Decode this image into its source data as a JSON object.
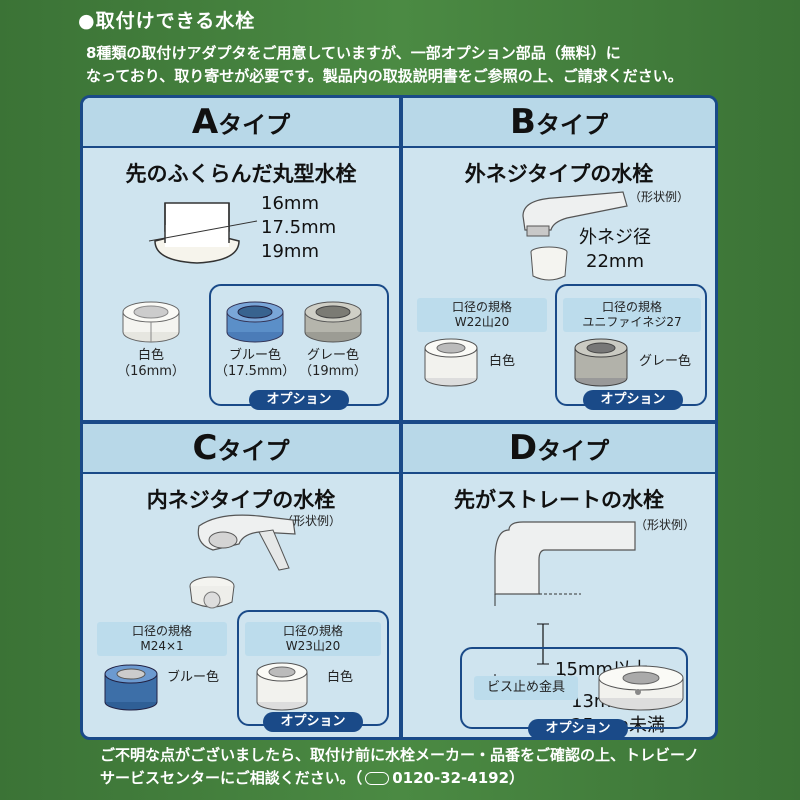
{
  "header": {
    "title": "●取付けできる水栓"
  },
  "intro": {
    "line1": "8種類の取付けアダプタをご用意していますが、一部オプション部品（無料）に",
    "line2": "なっており、取り寄せが必要です。製品内の取扱説明書をご参照の上、ご請求ください。"
  },
  "types": {
    "a": {
      "letter": "A",
      "word": "タイプ",
      "subtitle": "先のふくらんだ丸型水栓",
      "sizes": [
        "16mm",
        "17.5mm",
        "19mm"
      ],
      "std_label1": "白色",
      "std_label2": "（16mm）",
      "opt1_label1": "ブルー色",
      "opt1_label2": "（17.5mm）",
      "opt2_label1": "グレー色",
      "opt2_label2": "（19mm）",
      "option_tag": "オプション",
      "colors": {
        "white": "#f4f4f0",
        "blue": "#5b8fc8",
        "gray": "#b5b5ac"
      }
    },
    "b": {
      "letter": "B",
      "word": "タイプ",
      "subtitle": "外ネジタイプの水栓",
      "shape_example": "（形状例）",
      "thread_label1": "外ネジ径",
      "thread_label2": "22mm",
      "spec1_line1": "口径の規格",
      "spec1_line2": "W22山20",
      "spec1_color": "白色",
      "spec2_line1": "口径の規格",
      "spec2_line2": "ユニファイネジ27",
      "spec2_color": "グレー色",
      "option_tag": "オプション"
    },
    "c": {
      "letter": "C",
      "word": "タイプ",
      "subtitle": "内ネジタイプの水栓",
      "shape_example": "（形状例）",
      "spec1_line1": "口径の規格",
      "spec1_line2": "M24×1",
      "spec1_color": "ブルー色",
      "spec2_line1": "口径の規格",
      "spec2_line2": "W23山20",
      "spec2_color": "白色",
      "option_tag": "オプション"
    },
    "d": {
      "letter": "D",
      "word": "タイプ",
      "subtitle": "先がストレートの水栓",
      "shape_example": "（形状例）",
      "length1": "15mm以上",
      "length2_line1": "13mm以上",
      "length2_line2": "25mm未満",
      "fitting_label": "ビス止め金具",
      "option_tag": "オプション"
    }
  },
  "footer": {
    "line1": "ご不明な点がございましたら、取付け前に水栓メーカー・品番をご確認の上、トレビーノ",
    "line2_a": "サービスセンターにご相談ください。（",
    "phone": "0120-32-4192",
    "line2_b": "）"
  }
}
